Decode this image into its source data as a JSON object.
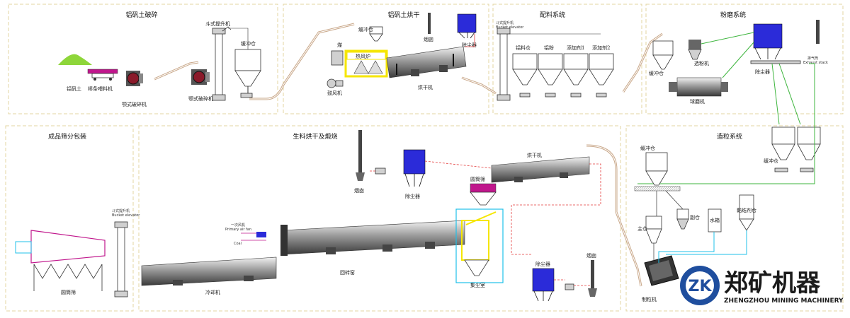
{
  "sections": {
    "crushing": "铝矾土破碎",
    "drying": "铝矾土烘干",
    "batching": "配料系统",
    "grinding": "粉磨系统",
    "packing": "成品筛分包装",
    "calcining": "生料烘干及煅烧",
    "granulating": "造粒系统"
  },
  "labels": {
    "bauxite": "铝矾土",
    "feeder": "棒条喂料机",
    "jaw_crusher": "颚式破碎机",
    "jaw_crusher2": "颚式破碎机",
    "bucket_elevator": "斗式提升机",
    "buffer_bin": "缓冲仓",
    "buffer_bin2": "缓冲仓",
    "coal": "煤",
    "hot_furnace": "热风炉",
    "blower": "鼓风机",
    "dryer": "烘干机",
    "dust_collector": "除尘器",
    "chimney": "烟囱",
    "bucket_elevator_cn": "斗式提升机",
    "bucket_elevator_en": "Bucket elevator",
    "batch_bin1": "铝料仓",
    "batch_bin2": "铝粉",
    "batch_bin3": "添加剂1",
    "batch_bin4": "添加剂2",
    "ball_mill": "球磨机",
    "powder_separator": "选粉机",
    "dust_collector2": "除尘器",
    "exhaust_cn": "排气筒",
    "exhaust_en": "Exhaust stack",
    "buffer_bin3": "缓冲仓",
    "buffer_bin4": "缓冲仓",
    "bucket_elevator_cn2": "斗式提升机",
    "bucket_elevator_en2": "Bucket elevator",
    "trommel": "圆筒筛",
    "cooler": "冷却机",
    "primary_fan_cn": "一次风机",
    "primary_fan_en": "Primary air fan",
    "coal_fuel": "Coal",
    "rotary_kiln": "回转窑",
    "dust_chamber": "集尘室",
    "trommel2": "圆筒筛",
    "dryer2": "烘干机",
    "dust_collector3": "除尘器",
    "chimney2": "烟囱",
    "dust_collector4": "除尘器",
    "chimney3": "烟囱",
    "buffer_bin5": "缓冲仓",
    "main_bin": "主仓",
    "aux_bin": "副仓",
    "water_tank": "水箱",
    "binder_bin": "黏结剂仓",
    "granulator": "制粒机"
  },
  "logo": {
    "cn": "郑矿机器",
    "en": "ZHENGZHOU MINING MACHINERY",
    "mark": "ZK"
  },
  "colors": {
    "bauxite_pile": "#8ed63a",
    "feeder": "#c0168c",
    "furnace_frame": "#f5e600",
    "dust_blue": "#2b2bd9",
    "gas_red": "#e33b3b",
    "cyan_pipe": "#1fc0e8",
    "material_green": "#3db53d",
    "logo_blue": "#1f4e9e",
    "section_border": "#e3d6a0"
  }
}
